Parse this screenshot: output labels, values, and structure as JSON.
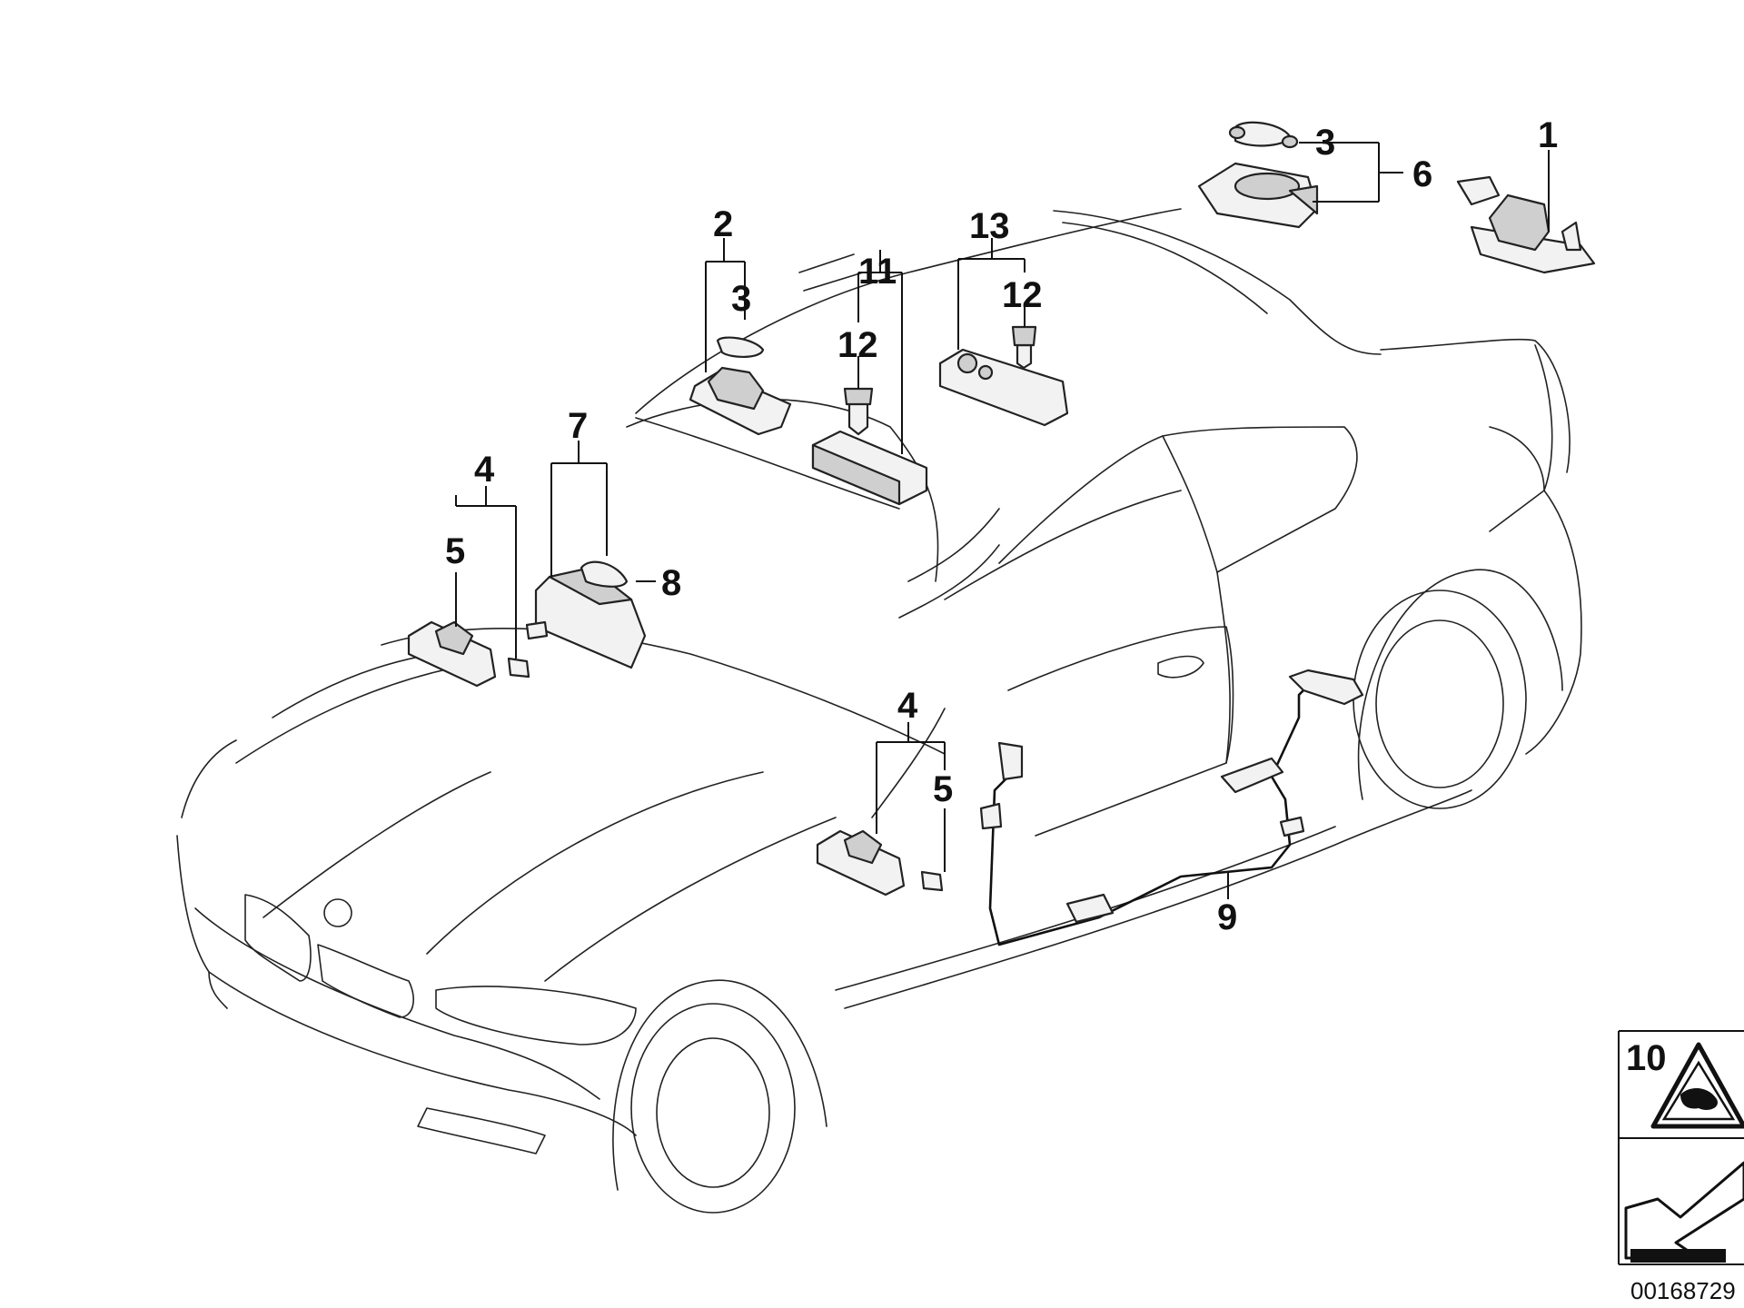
{
  "diagram": {
    "callouts": {
      "c1": "1",
      "c2": "2",
      "c3a": "3",
      "c3b": "3",
      "c4a": "4",
      "c4b": "4",
      "c5a": "5",
      "c5b": "5",
      "c6": "6",
      "c7": "7",
      "c8": "8",
      "c9": "9",
      "c11": "11",
      "c12a": "12",
      "c12b": "12",
      "c13": "13"
    },
    "inset": {
      "callout": "10",
      "icon": "warning-triangle-icon",
      "arrow_icon": "direction-arrow-icon"
    },
    "reference_code": "00168729"
  }
}
